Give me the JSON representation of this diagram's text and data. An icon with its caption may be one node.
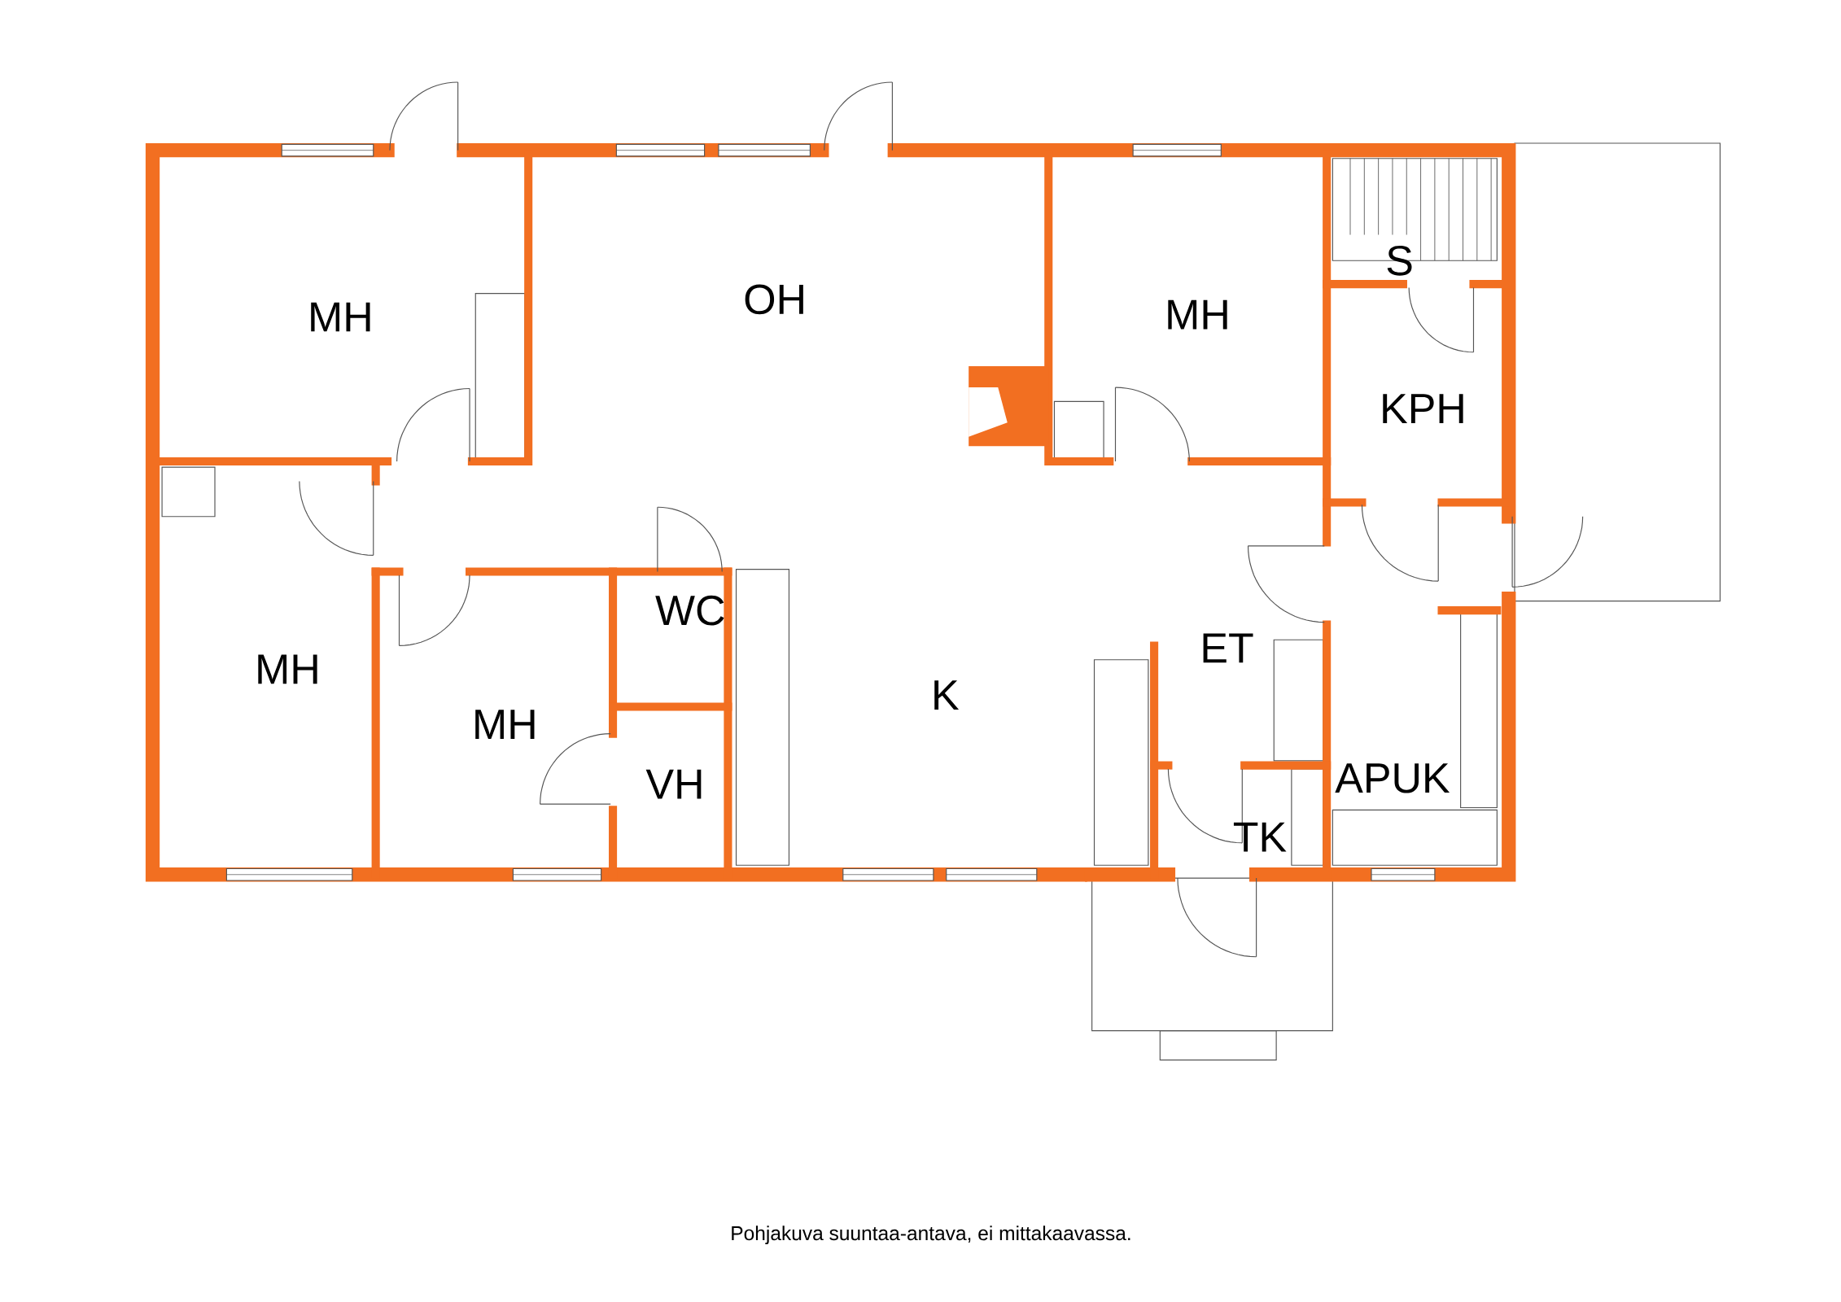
{
  "diagram": {
    "caption": "Pohjakuva suuntaa-antava, ei mittakaavassa.",
    "labels": [
      "MH",
      "OH",
      "MH",
      "S",
      "KPH",
      "WC",
      "ET",
      "MH",
      "K",
      "MH",
      "APUK",
      "VH",
      "TK"
    ]
  }
}
